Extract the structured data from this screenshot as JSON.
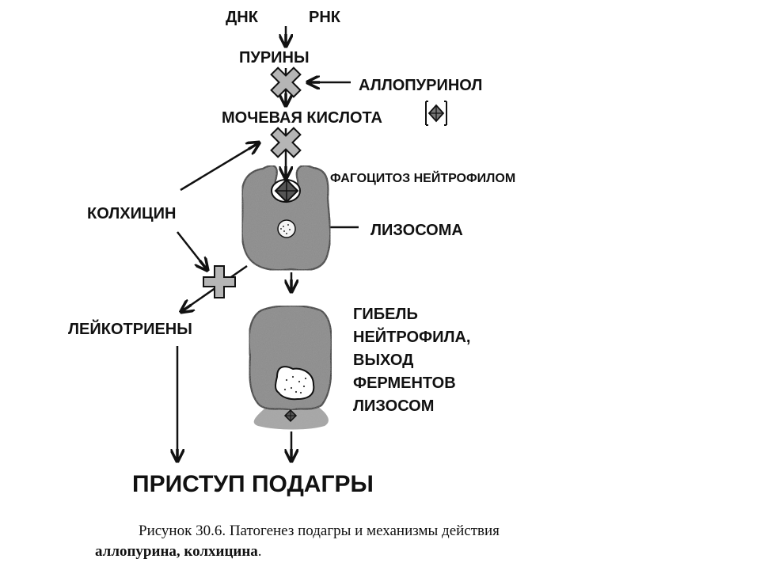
{
  "labels": {
    "dna": "ДНК",
    "rna": "РНК",
    "purines": "ПУРИНЫ",
    "allopurinol": "АЛЛОПУРИНОЛ",
    "uric_acid": "МОЧЕВАЯ КИСЛОТА",
    "phagocytosis": "ФАГОЦИТОЗ НЕЙТРОФИЛОМ",
    "colchicine": "КОЛХИЦИН",
    "lysosome": "ЛИЗОСОМА",
    "leukotrienes": "ЛЕЙКОТРИЕНЫ",
    "death_lines": [
      "ГИБЕЛЬ",
      "НЕЙТРОФИЛА,",
      "ВЫХОД",
      "ФЕРМЕНТОВ",
      "ЛИЗОСОМ"
    ],
    "attack": "ПРИСТУП ПОДАГРЫ"
  },
  "caption": {
    "line1": "Рисунок 30.6. Патогенез подагры и механизмы действия",
    "line2_bold": "аллопурина, колхицина",
    "line2_end": "."
  },
  "colors": {
    "text": "#111111",
    "cell_fill": "#8a8a8a",
    "block_fill": "#b5b5b5",
    "arrow": "#111111"
  }
}
